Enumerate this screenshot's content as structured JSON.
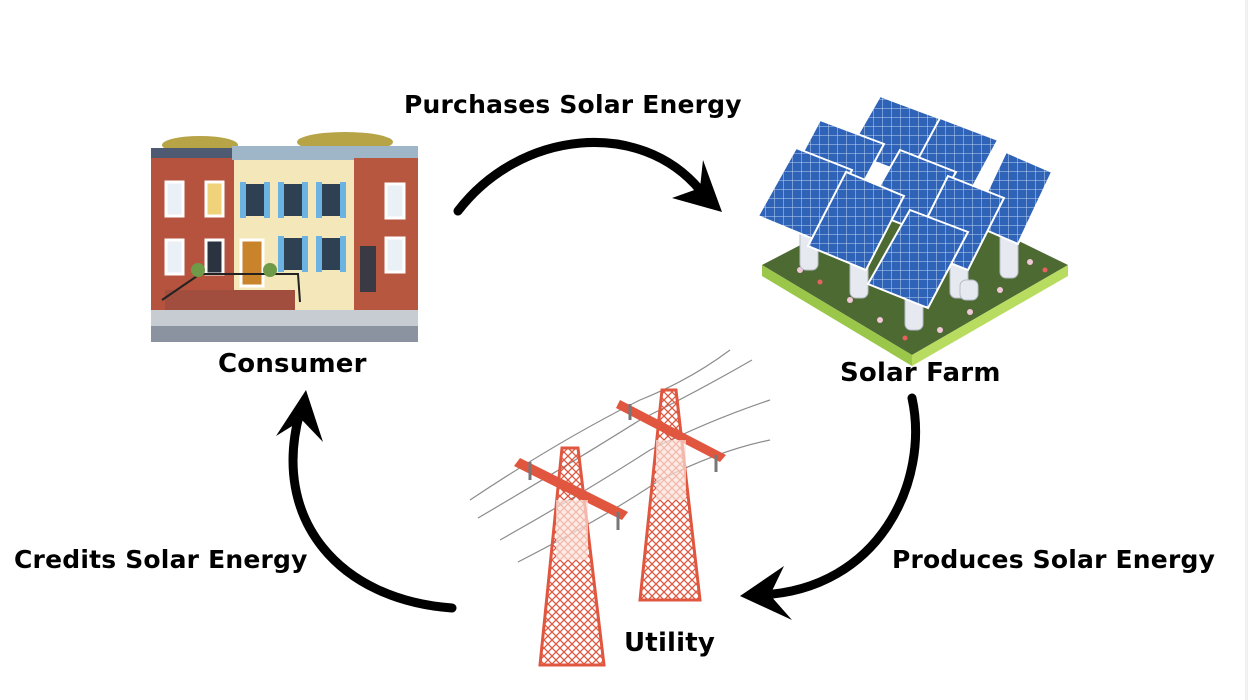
{
  "nodes": {
    "consumer": "Consumer",
    "solar_farm": "Solar Farm",
    "utility": "Utility"
  },
  "edges": {
    "consumer_to_farm": "Purchases Solar Energy",
    "farm_to_utility": "Produces Solar Energy",
    "utility_to_consumer": "Credits Solar Energy"
  },
  "colors": {
    "arrow": "#000000",
    "panel_blue": "#2f63b8",
    "tower_red": "#e0563f",
    "brick": "#b5533f",
    "cream": "#f4e7b9"
  },
  "icons": [
    "row-houses-illustration",
    "solar-panel-array-illustration",
    "transmission-tower-illustration"
  ]
}
